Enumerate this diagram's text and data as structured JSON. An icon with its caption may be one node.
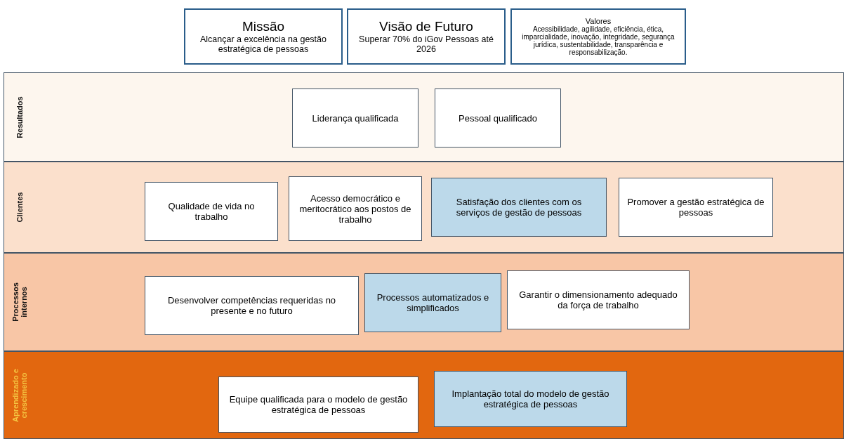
{
  "diagram": {
    "nodes": [
      {
        "text": [
          "Missão",
          "Alcançar a excelência na gestão estratégica de pessoas"
        ]
      },
      {
        "text": [
          "Visão de Futuro",
          "Superar 70% do iGov Pessoas até 2026"
        ]
      },
      {
        "text": [
          "Valores",
          "Acessibilidade, agilidade, eficiência, ética, imparcialidade, inovação, integridade, segurança jurídica, sustentabilidade, transparência e responsabilização."
        ]
      },
      {
        "text": [
          "Resultados"
        ]
      },
      {
        "text": [
          "Liderança qualificada"
        ],
        "in": 3
      },
      {
        "text": [
          "Pessoal qualificado"
        ],
        "in": 3
      },
      {
        "text": [
          "Clientes"
        ]
      },
      {
        "text": [
          "Qualidade de vida no trabalho"
        ],
        "in": 6
      },
      {
        "text": [
          "Acesso democrático e meritocrático aos postos de trabalho"
        ],
        "in": 6
      },
      {
        "text": [
          "Satisfação dos clientes com os serviços de gestão de pessoas"
        ],
        "in": 6
      },
      {
        "text": [
          "Promover a gestão estratégica de pessoas"
        ],
        "in": 6
      },
      {
        "text": [
          "Processos internos"
        ]
      },
      {
        "text": [
          "Desenvolver competências requeridas no presente e no futuro"
        ],
        "in": 11
      },
      {
        "text": [
          "Processos automatizados e simplificados"
        ],
        "in": 11
      },
      {
        "text": [
          "Garantir o dimensionamento adequado da força de trabalho"
        ],
        "in": 11
      },
      {
        "text": [
          "Aprendizado e crescimento"
        ]
      },
      {
        "text": [
          "Equipe qualificada para o modelo de gestão estratégica de pessoas"
        ],
        "in": 15
      },
      {
        "text": [
          "Implantação total do modelo de gestão estratégica de pessoas"
        ],
        "in": 15
      }
    ]
  }
}
